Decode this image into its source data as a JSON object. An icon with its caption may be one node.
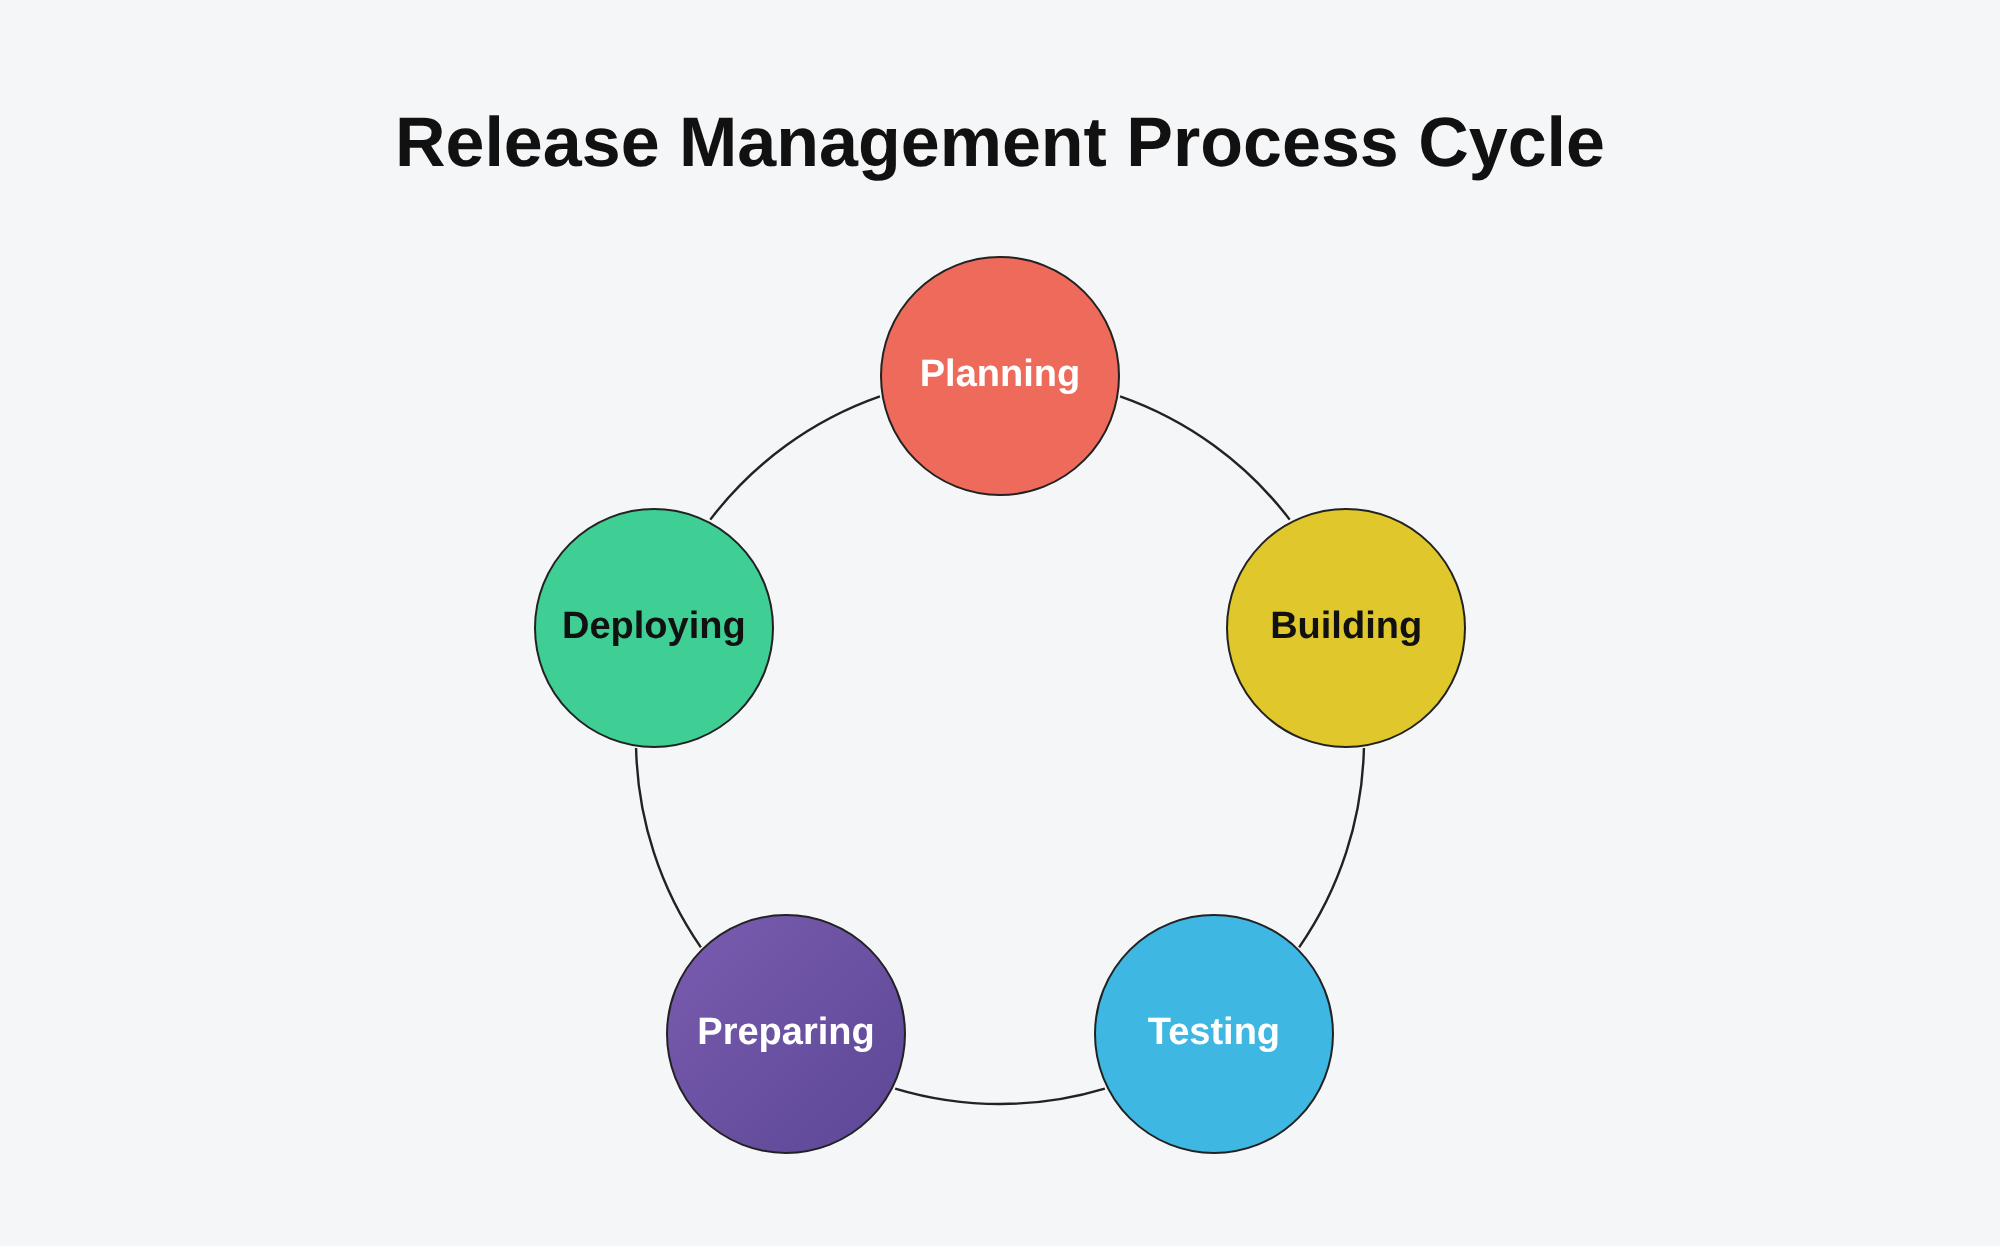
{
  "diagram": {
    "title": "Release Management Process Cycle",
    "nodes": [
      {
        "text": [
          "Planning"
        ]
      },
      {
        "text": [
          "Building"
        ]
      },
      {
        "text": [
          "Testing"
        ]
      },
      {
        "text": [
          "Preparing"
        ]
      },
      {
        "text": [
          "Deploying"
        ]
      }
    ],
    "edges": [
      {
        "from": 0,
        "to": 1,
        "arrow": "none"
      },
      {
        "from": 1,
        "to": 2,
        "arrow": "none"
      },
      {
        "from": 2,
        "to": 3,
        "arrow": "none"
      },
      {
        "from": 3,
        "to": 4,
        "arrow": "none"
      },
      {
        "from": 4,
        "to": 0,
        "arrow": "none"
      }
    ]
  }
}
